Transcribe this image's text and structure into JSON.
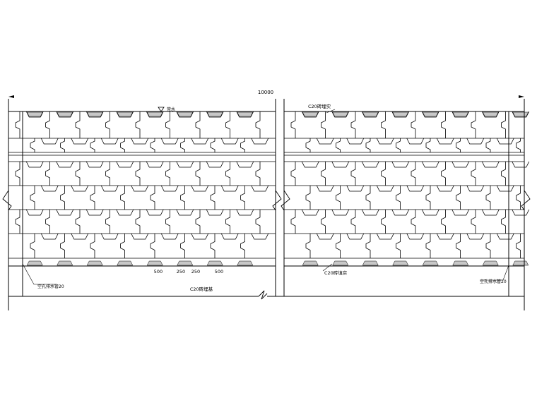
{
  "drawing": {
    "overall_dim": "10000",
    "water_level": "常水",
    "dims": [
      "500",
      "250",
      "250",
      "500"
    ],
    "base_label": "C20砖埋基",
    "fill_top": "C20砖埋实",
    "fill_bottom": "C20砖填实",
    "drain_left": "空孔排水管20",
    "drain_right": "空孔排水管20"
  },
  "colors": {
    "line": "#000000",
    "fill_hatch": "#c8c8c8",
    "background": "#ffffff"
  }
}
